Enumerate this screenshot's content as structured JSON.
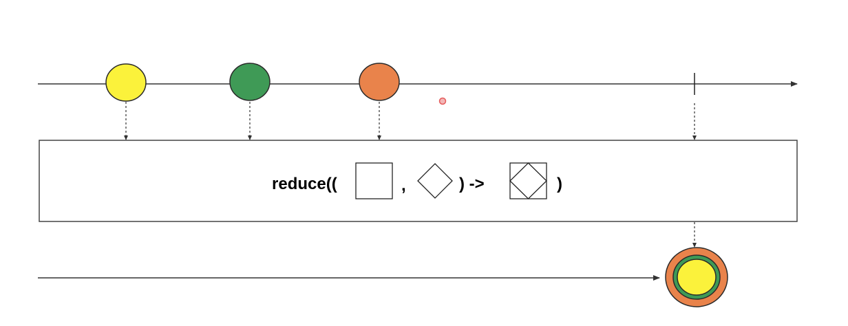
{
  "operator": {
    "prefix": "reduce((",
    "comma": ",",
    "arrow": ") ->",
    "suffix": ")"
  },
  "colors": {
    "yellow": "#fbf23b",
    "green": "#3f9a56",
    "orange": "#e9834b",
    "line": "#333333",
    "box_border": "#444444",
    "cursor_dot": "#e55a5a"
  },
  "source_stream": {
    "items": [
      {
        "color": "yellow"
      },
      {
        "color": "green"
      },
      {
        "color": "orange"
      }
    ],
    "completed": true
  },
  "result_stream": {
    "item": {
      "layers": [
        "orange",
        "green",
        "yellow"
      ]
    }
  }
}
